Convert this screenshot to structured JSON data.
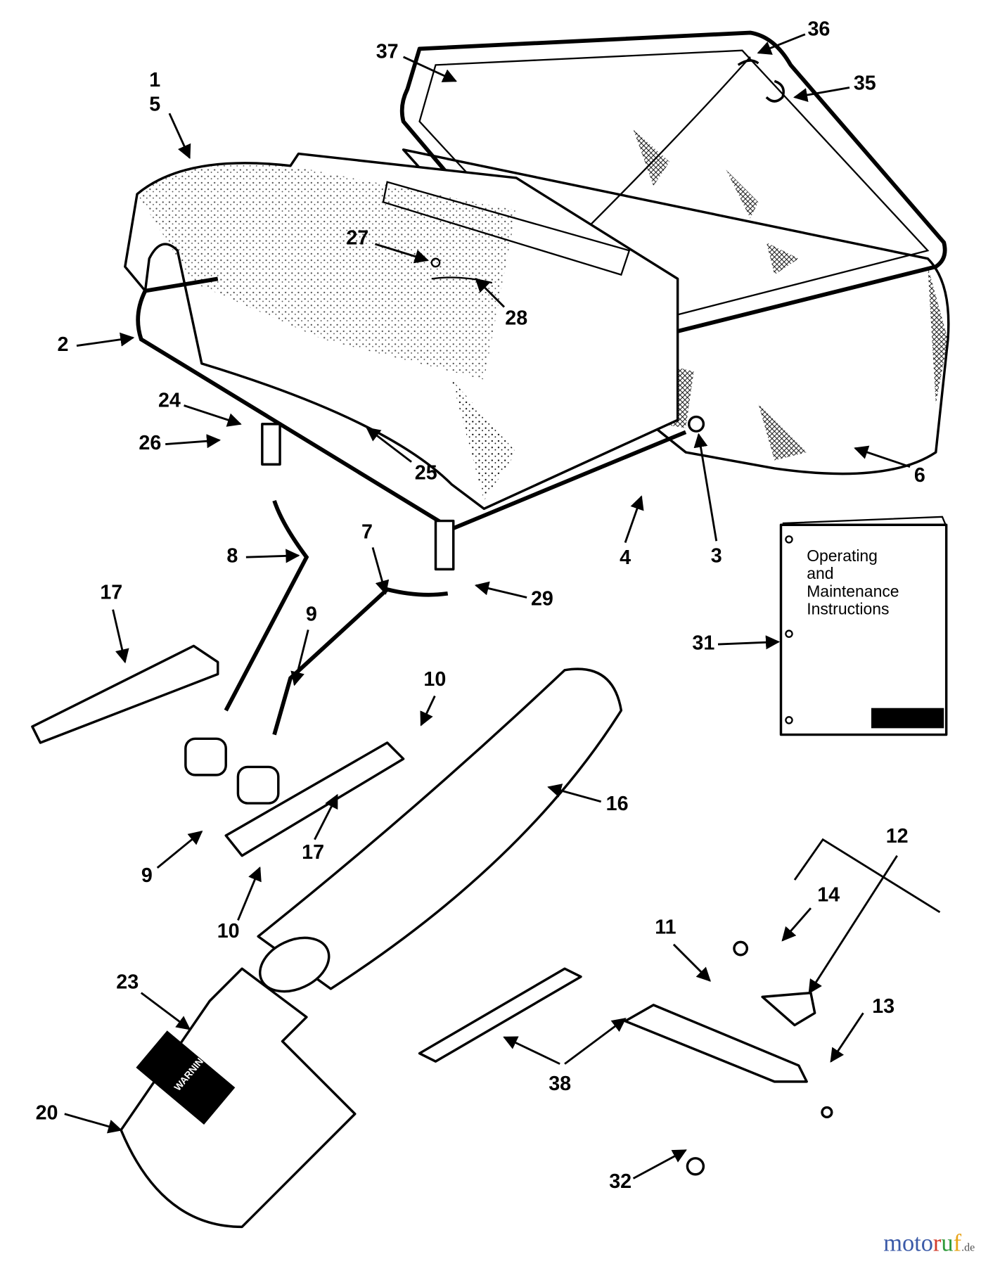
{
  "diagram": {
    "labels": {
      "l1": "1",
      "l5": "5",
      "l37": "37",
      "l36": "36",
      "l35": "35",
      "l27": "27",
      "l28": "28",
      "l2": "2",
      "l24": "24",
      "l26": "26",
      "l25": "25",
      "l6": "6",
      "l3": "3",
      "l4": "4",
      "l29": "29",
      "l8": "8",
      "l7": "7",
      "l17a": "17",
      "l9a": "9",
      "l10a": "10",
      "l31": "31",
      "l16": "16",
      "l9b": "9",
      "l17b": "17",
      "l10b": "10",
      "l12": "12",
      "l14": "14",
      "l11": "11",
      "l13": "13",
      "l23": "23",
      "l38": "38",
      "l20": "20",
      "l32": "32"
    },
    "manual": {
      "line1": "Operating",
      "line2": "and",
      "line3": "Maintenance",
      "line4": "Instructions"
    },
    "warning_label": "WARNING",
    "watermark": {
      "main": "moto",
      "r": "r",
      "u": "u",
      "f": "f",
      "suffix": ".de"
    },
    "colors": {
      "ink": "#000000",
      "watermark_blue": "#3b5aa8",
      "watermark_green": "#2e9a3a",
      "watermark_red": "#d23a2a",
      "watermark_orange": "#e8a317"
    }
  }
}
